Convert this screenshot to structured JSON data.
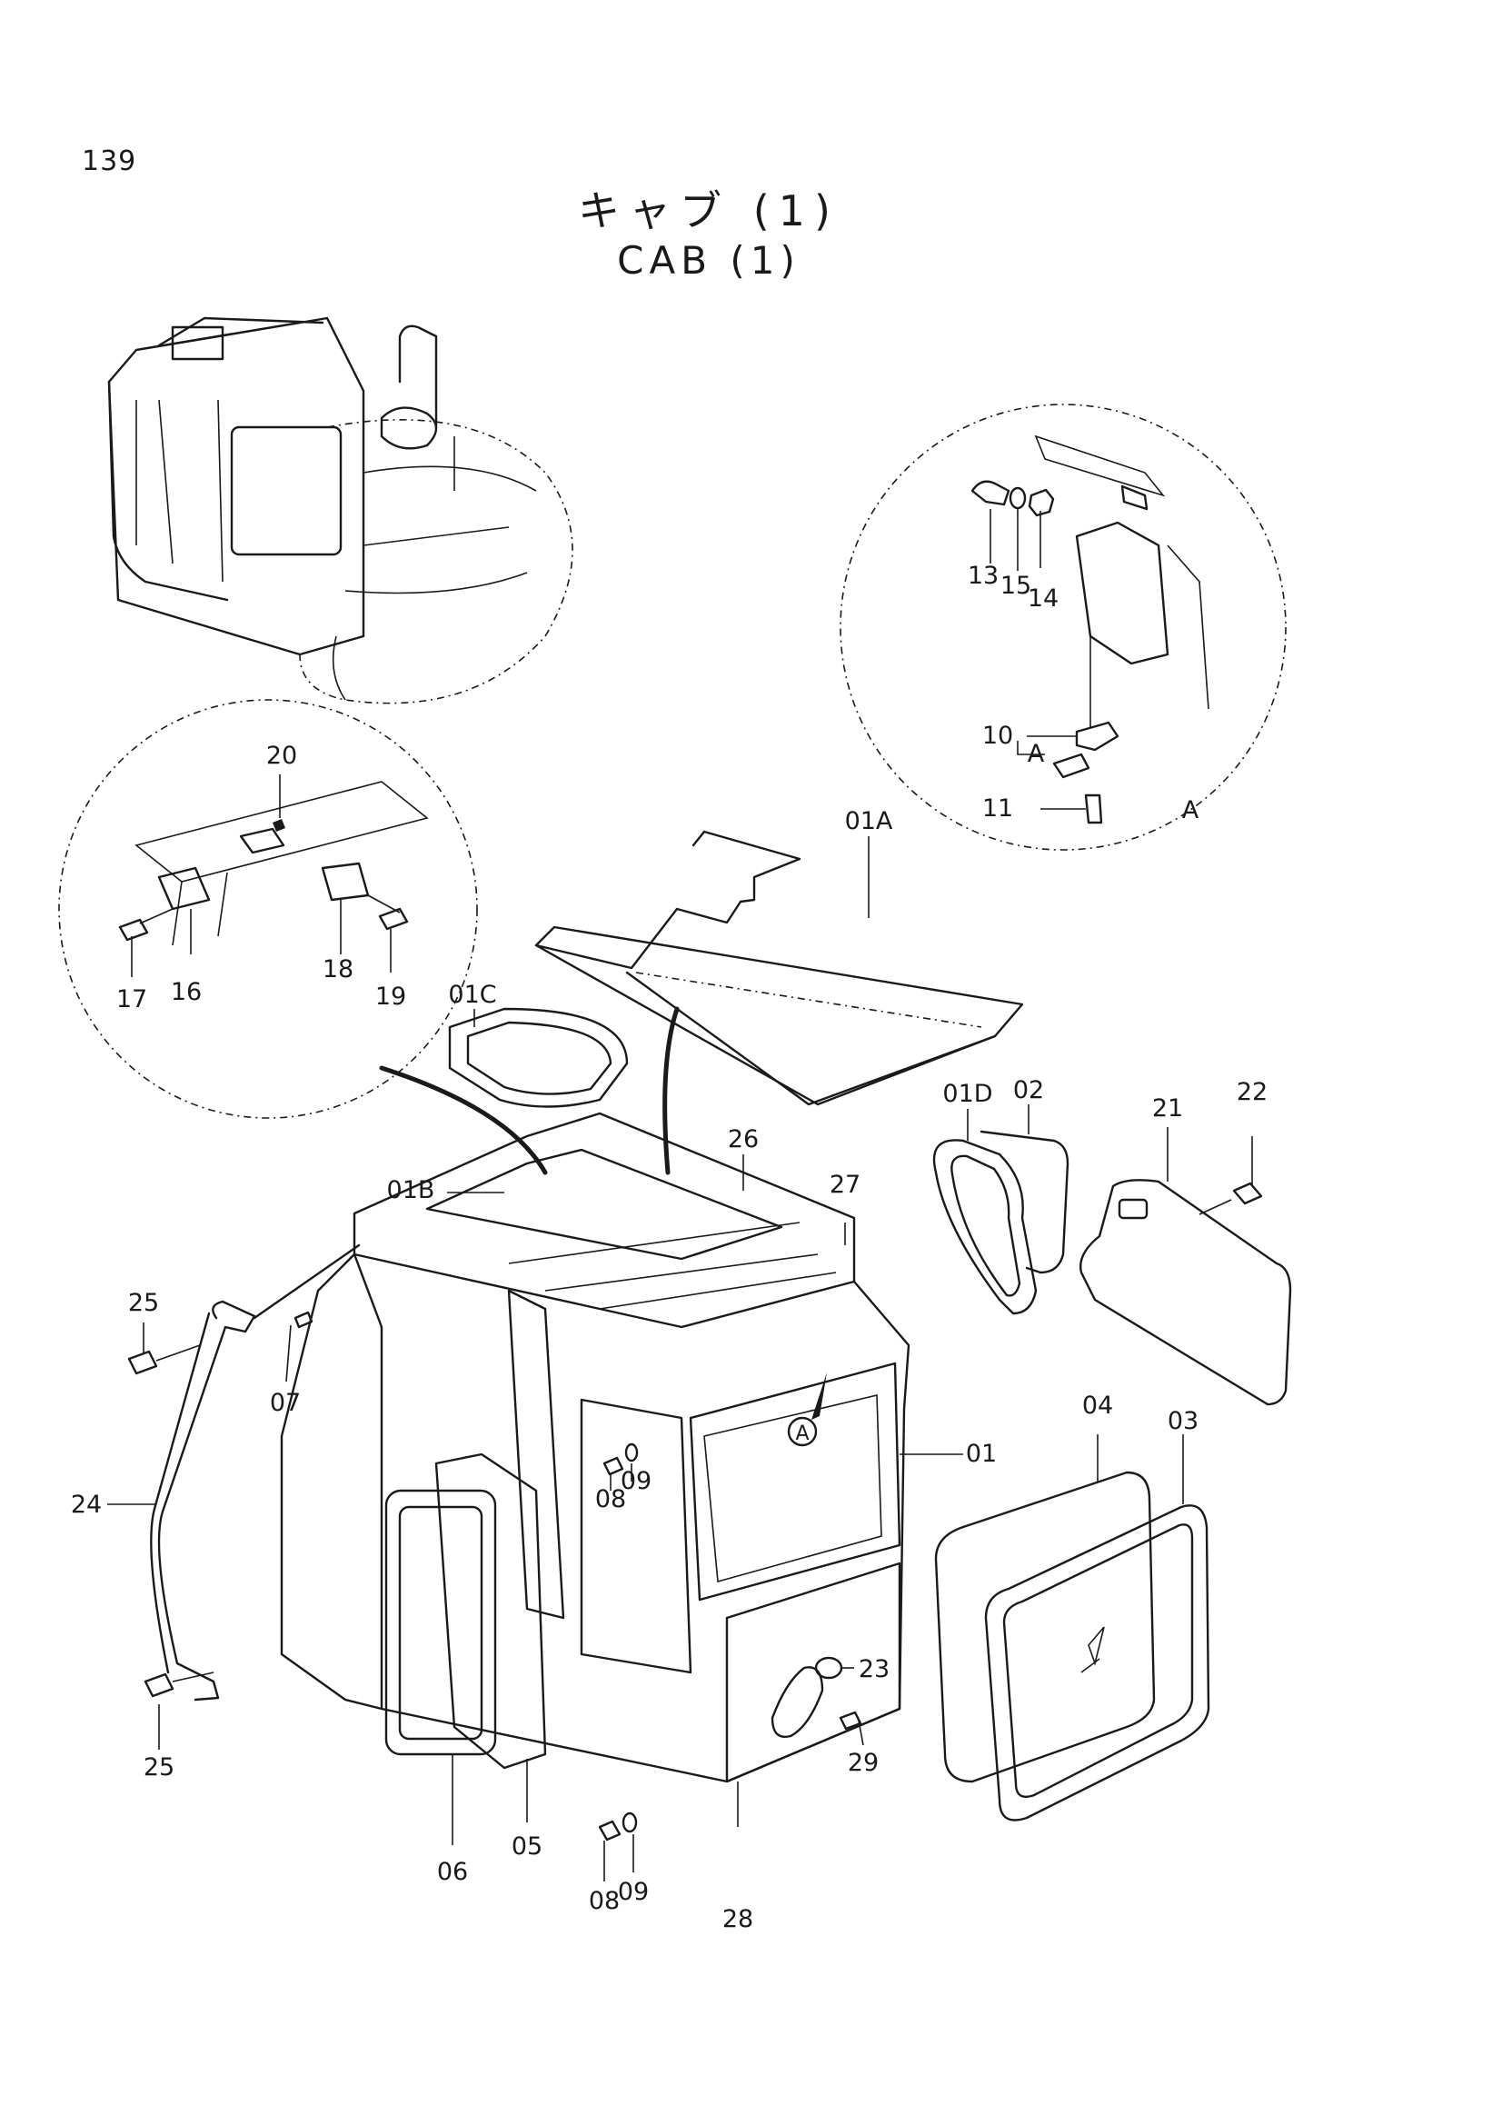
{
  "page_number": "139",
  "title_jp": "キャブ (1)",
  "title_en": "CAB (1)",
  "callouts": {
    "p01": "01",
    "p01A": "01A",
    "p01B": "01B",
    "p01C": "01C",
    "p01D": "01D",
    "p02": "02",
    "p03": "03",
    "p04": "04",
    "p05": "05",
    "p06": "06",
    "p07": "07",
    "p08a": "08",
    "p08b": "08",
    "p09a": "09",
    "p09b": "09",
    "p10": "10",
    "p11": "11",
    "p13": "13",
    "p14": "14",
    "p15": "15",
    "p16": "16",
    "p17": "17",
    "p18": "18",
    "p19": "19",
    "p20": "20",
    "p21": "21",
    "p22": "22",
    "p23": "23",
    "p24": "24",
    "p25a": "25",
    "p25b": "25",
    "p26": "26",
    "p27": "27",
    "p28": "28",
    "p29": "29"
  },
  "detail_markers": {
    "circle_a": "A",
    "detail_a_inner": "A",
    "detail_a_outer": "A"
  }
}
